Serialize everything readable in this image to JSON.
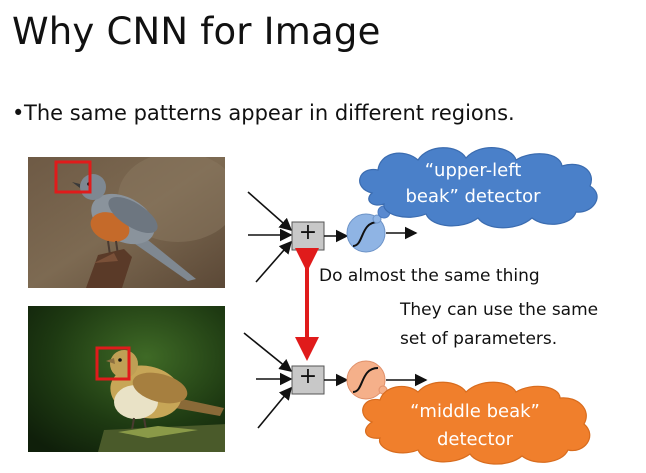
{
  "slide": {
    "title": "Why CNN for Image",
    "bullet": "The same patterns appear in different regions."
  },
  "diagram": {
    "plus_symbol": "+",
    "note_same_thing": "Do almost the same thing",
    "note_params_line1": "They can use the same",
    "note_params_line2": "set of parameters.",
    "upper_detector": {
      "line1": "“upper-left",
      "line2": "beak” detector"
    },
    "middle_detector": {
      "line1": "“middle beak”",
      "line2": "detector"
    }
  },
  "colors": {
    "cloud_blue": "#4a80c9",
    "cloud_orange": "#f07f2c",
    "highlight_red": "#e01b1b",
    "arrow_red": "#e01b1b",
    "neuron_blue": "#8fb4e4",
    "neuron_orange": "#f5b08a",
    "adder_gray": "#c8c8c8"
  }
}
